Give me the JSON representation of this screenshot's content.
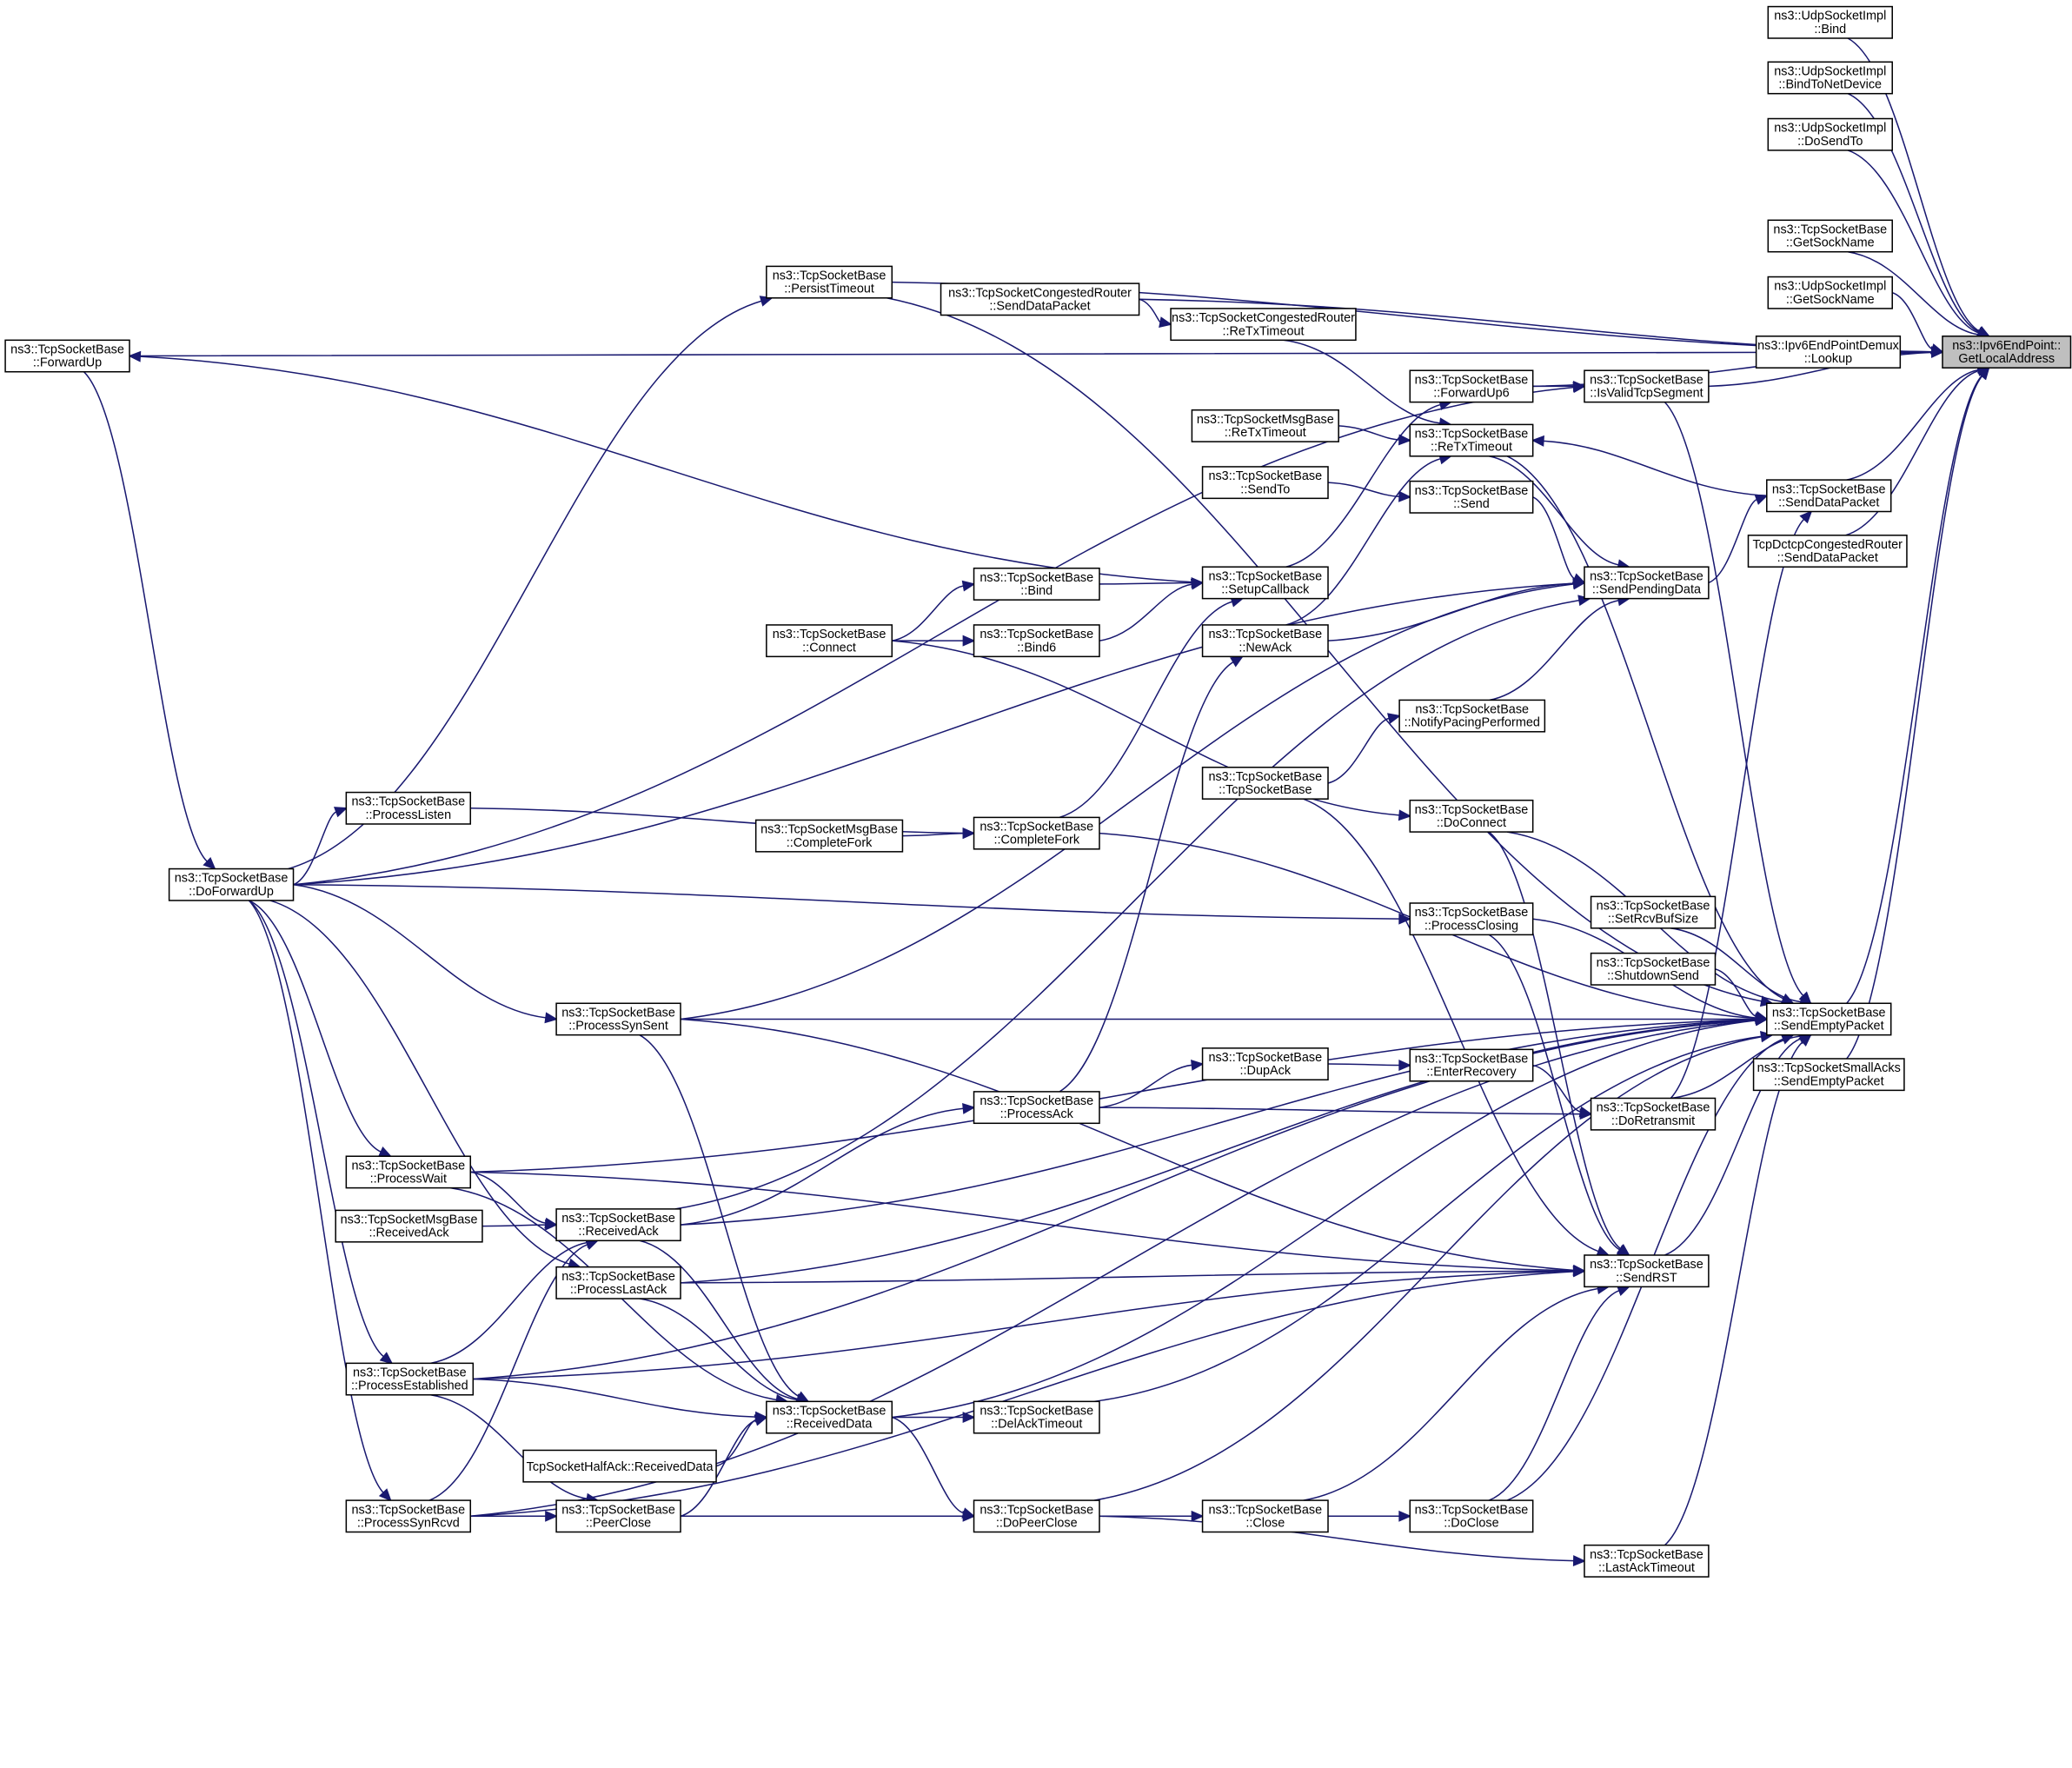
{
  "graph": {
    "title": "ns3::Ipv6EndPoint::GetLocalAddress caller graph",
    "root": "getlocaladdress",
    "colors": {
      "edge": "#191970",
      "root_fill": "#bfbfbf",
      "node_fill": "#ffffff",
      "border": "#000000"
    },
    "nodes": [
      {
        "id": "getlocaladdress",
        "lines": [
          "ns3::Ipv6EndPoint::",
          "GetLocalAddress"
        ],
        "root": true
      },
      {
        "id": "udp_bind",
        "lines": [
          "ns3::UdpSocketImpl",
          "::Bind"
        ]
      },
      {
        "id": "udp_bindtonetdevice",
        "lines": [
          "ns3::UdpSocketImpl",
          "::BindToNetDevice"
        ]
      },
      {
        "id": "udp_dosendto",
        "lines": [
          "ns3::UdpSocketImpl",
          "::DoSendTo"
        ]
      },
      {
        "id": "tcp_getsockname",
        "lines": [
          "ns3::TcpSocketBase",
          "::GetSockName"
        ]
      },
      {
        "id": "udp_getsockname",
        "lines": [
          "ns3::UdpSocketImpl",
          "::GetSockName"
        ]
      },
      {
        "id": "demux_lookup",
        "lines": [
          "ns3::Ipv6EndPointDemux",
          "::Lookup"
        ]
      },
      {
        "id": "isvalidtcpsegment",
        "lines": [
          "ns3::TcpSocketBase",
          "::IsValidTcpSegment"
        ]
      },
      {
        "id": "senddatapacket",
        "lines": [
          "ns3::TcpSocketBase",
          "::SendDataPacket"
        ]
      },
      {
        "id": "dctcp_senddatapacket",
        "lines": [
          "TcpDctcpCongestedRouter",
          "::SendDataPacket"
        ]
      },
      {
        "id": "sendemptypacket",
        "lines": [
          "ns3::TcpSocketBase",
          "::SendEmptyPacket"
        ]
      },
      {
        "id": "smallacks_sendemptypacket",
        "lines": [
          "ns3::TcpSocketSmallAcks",
          "::SendEmptyPacket"
        ]
      },
      {
        "id": "forwardup6",
        "lines": [
          "ns3::TcpSocketBase",
          "::ForwardUp6"
        ]
      },
      {
        "id": "retxtimeout",
        "lines": [
          "ns3::TcpSocketBase",
          "::ReTxTimeout"
        ]
      },
      {
        "id": "send",
        "lines": [
          "ns3::TcpSocketBase",
          "::Send"
        ]
      },
      {
        "id": "sendpendingdata",
        "lines": [
          "ns3::TcpSocketBase",
          "::SendPendingData"
        ]
      },
      {
        "id": "notifypacingperformed",
        "lines": [
          "ns3::TcpSocketBase",
          "::NotifyPacingPerformed"
        ]
      },
      {
        "id": "doconnect",
        "lines": [
          "ns3::TcpSocketBase",
          "::DoConnect"
        ]
      },
      {
        "id": "processclosing",
        "lines": [
          "ns3::TcpSocketBase",
          "::ProcessClosing"
        ]
      },
      {
        "id": "setrcvbufsize",
        "lines": [
          "ns3::TcpSocketBase",
          "::SetRcvBufSize"
        ]
      },
      {
        "id": "shutdownsend",
        "lines": [
          "ns3::TcpSocketBase",
          "::ShutdownSend"
        ]
      },
      {
        "id": "enterrecovery",
        "lines": [
          "ns3::TcpSocketBase",
          "::EnterRecovery"
        ]
      },
      {
        "id": "doretransmit",
        "lines": [
          "ns3::TcpSocketBase",
          "::DoRetransmit"
        ]
      },
      {
        "id": "sendrst",
        "lines": [
          "ns3::TcpSocketBase",
          "::SendRST"
        ]
      },
      {
        "id": "doclose",
        "lines": [
          "ns3::TcpSocketBase",
          "::DoClose"
        ]
      },
      {
        "id": "lastacktimeout",
        "lines": [
          "ns3::TcpSocketBase",
          "::LastAckTimeout"
        ]
      },
      {
        "id": "congested_senddatapacket",
        "lines": [
          "ns3::TcpSocketCongestedRouter",
          "::SendDataPacket"
        ]
      },
      {
        "id": "congested_retxtimeout",
        "lines": [
          "ns3::TcpSocketCongestedRouter",
          "::ReTxTimeout"
        ]
      },
      {
        "id": "msg_retxtimeout",
        "lines": [
          "ns3::TcpSocketMsgBase",
          "::ReTxTimeout"
        ]
      },
      {
        "id": "sendto",
        "lines": [
          "ns3::TcpSocketBase",
          "::SendTo"
        ]
      },
      {
        "id": "setupcallback",
        "lines": [
          "ns3::TcpSocketBase",
          "::SetupCallback"
        ]
      },
      {
        "id": "newack",
        "lines": [
          "ns3::TcpSocketBase",
          "::NewAck"
        ]
      },
      {
        "id": "ctor",
        "lines": [
          "ns3::TcpSocketBase",
          "::TcpSocketBase"
        ]
      },
      {
        "id": "dupack",
        "lines": [
          "ns3::TcpSocketBase",
          "::DupAck"
        ]
      },
      {
        "id": "close",
        "lines": [
          "ns3::TcpSocketBase",
          "::Close"
        ]
      },
      {
        "id": "persisttimeout",
        "lines": [
          "ns3::TcpSocketBase",
          "::PersistTimeout"
        ]
      },
      {
        "id": "bind",
        "lines": [
          "ns3::TcpSocketBase",
          "::Bind"
        ]
      },
      {
        "id": "bind6",
        "lines": [
          "ns3::TcpSocketBase",
          "::Bind6"
        ]
      },
      {
        "id": "completefork",
        "lines": [
          "ns3::TcpSocketBase",
          "::CompleteFork"
        ]
      },
      {
        "id": "processack",
        "lines": [
          "ns3::TcpSocketBase",
          "::ProcessAck"
        ]
      },
      {
        "id": "delacktimeout",
        "lines": [
          "ns3::TcpSocketBase",
          "::DelAckTimeout"
        ]
      },
      {
        "id": "dopeerclose",
        "lines": [
          "ns3::TcpSocketBase",
          "::DoPeerClose"
        ]
      },
      {
        "id": "connect",
        "lines": [
          "ns3::TcpSocketBase",
          "::Connect"
        ]
      },
      {
        "id": "msg_completefork",
        "lines": [
          "ns3::TcpSocketMsgBase",
          "::CompleteFork"
        ]
      },
      {
        "id": "receiveddata",
        "lines": [
          "ns3::TcpSocketBase",
          "::ReceivedData"
        ]
      },
      {
        "id": "processsynsent",
        "lines": [
          "ns3::TcpSocketBase",
          "::ProcessSynSent"
        ]
      },
      {
        "id": "receivedack",
        "lines": [
          "ns3::TcpSocketBase",
          "::ReceivedAck"
        ]
      },
      {
        "id": "processlastack",
        "lines": [
          "ns3::TcpSocketBase",
          "::ProcessLastAck"
        ]
      },
      {
        "id": "halfack_receiveddata",
        "lines": [
          "TcpSocketHalfAck::ReceivedData"
        ]
      },
      {
        "id": "peerclose",
        "lines": [
          "ns3::TcpSocketBase",
          "::PeerClose"
        ]
      },
      {
        "id": "processlisten",
        "lines": [
          "ns3::TcpSocketBase",
          "::ProcessListen"
        ]
      },
      {
        "id": "processwait",
        "lines": [
          "ns3::TcpSocketBase",
          "::ProcessWait"
        ]
      },
      {
        "id": "msg_receivedack",
        "lines": [
          "ns3::TcpSocketMsgBase",
          "::ReceivedAck"
        ]
      },
      {
        "id": "processestablished",
        "lines": [
          "ns3::TcpSocketBase",
          "::ProcessEstablished"
        ]
      },
      {
        "id": "processsynrcvd",
        "lines": [
          "ns3::TcpSocketBase",
          "::ProcessSynRcvd"
        ]
      },
      {
        "id": "doforwardup",
        "lines": [
          "ns3::TcpSocketBase",
          "::DoForwardUp"
        ]
      },
      {
        "id": "forwardup",
        "lines": [
          "ns3::TcpSocketBase",
          "::ForwardUp"
        ]
      }
    ],
    "edges": [
      [
        "udp_bind",
        "getlocaladdress"
      ],
      [
        "udp_bindtonetdevice",
        "getlocaladdress"
      ],
      [
        "udp_dosendto",
        "getlocaladdress"
      ],
      [
        "tcp_getsockname",
        "getlocaladdress"
      ],
      [
        "udp_getsockname",
        "getlocaladdress"
      ],
      [
        "demux_lookup",
        "getlocaladdress"
      ],
      [
        "isvalidtcpsegment",
        "getlocaladdress"
      ],
      [
        "senddatapacket",
        "getlocaladdress"
      ],
      [
        "dctcp_senddatapacket",
        "getlocaladdress"
      ],
      [
        "sendemptypacket",
        "getlocaladdress"
      ],
      [
        "smallacks_sendemptypacket",
        "getlocaladdress"
      ],
      [
        "forwardup6",
        "getlocaladdress"
      ],
      [
        "persisttimeout",
        "getlocaladdress"
      ],
      [
        "congested_senddatapacket",
        "getlocaladdress"
      ],
      [
        "forwardup",
        "getlocaladdress"
      ],
      [
        "forwardup6",
        "isvalidtcpsegment"
      ],
      [
        "doforwardup",
        "isvalidtcpsegment"
      ],
      [
        "isvalidtcpsegment",
        "sendemptypacket"
      ],
      [
        "sendpendingdata",
        "senddatapacket"
      ],
      [
        "doretransmit",
        "senddatapacket"
      ],
      [
        "senddatapacket",
        "retxtimeout"
      ],
      [
        "congested_senddatapacket",
        "congested_retxtimeout"
      ],
      [
        "congested_retxtimeout",
        "retxtimeout"
      ],
      [
        "msg_retxtimeout",
        "retxtimeout"
      ],
      [
        "newack",
        "retxtimeout"
      ],
      [
        "sendto",
        "send"
      ],
      [
        "send",
        "sendpendingdata"
      ],
      [
        "retxtimeout",
        "sendpendingdata"
      ],
      [
        "setupcallback",
        "forwardup6"
      ],
      [
        "setupcallback",
        "forwardup"
      ],
      [
        "doforwardup",
        "sendpendingdata"
      ],
      [
        "newack",
        "sendpendingdata"
      ],
      [
        "notifypacingperformed",
        "sendpendingdata"
      ],
      [
        "processsynsent",
        "sendpendingdata"
      ],
      [
        "receivedack",
        "sendpendingdata"
      ],
      [
        "ctor",
        "notifypacingperformed"
      ],
      [
        "bind",
        "setupcallback"
      ],
      [
        "bind6",
        "setupcallback"
      ],
      [
        "completefork",
        "setupcallback"
      ],
      [
        "connect",
        "bind"
      ],
      [
        "connect",
        "bind6"
      ],
      [
        "connect",
        "doconnect"
      ],
      [
        "processlisten",
        "completefork"
      ],
      [
        "msg_completefork",
        "completefork"
      ],
      [
        "doforwardup",
        "processlisten"
      ],
      [
        "doforwardup",
        "processsynsent"
      ],
      [
        "doforwardup",
        "processwait"
      ],
      [
        "doforwardup",
        "processestablished"
      ],
      [
        "doforwardup",
        "processsynrcvd"
      ],
      [
        "doforwardup",
        "processlastack"
      ],
      [
        "doforwardup",
        "processclosing"
      ],
      [
        "doforwardup",
        "persisttimeout"
      ],
      [
        "forwardup",
        "doforwardup"
      ],
      [
        "processack",
        "newack"
      ],
      [
        "processack",
        "dupack"
      ],
      [
        "dupack",
        "enterrecovery"
      ],
      [
        "enterrecovery",
        "doretransmit"
      ],
      [
        "processack",
        "doretransmit"
      ],
      [
        "receivedack",
        "processack"
      ],
      [
        "processwait",
        "receivedack"
      ],
      [
        "msg_receivedack",
        "receivedack"
      ],
      [
        "processestablished",
        "receivedack"
      ],
      [
        "processsynrcvd",
        "receivedack"
      ],
      [
        "receivedack",
        "receiveddata"
      ],
      [
        "processestablished",
        "receiveddata"
      ],
      [
        "processlastack",
        "receiveddata"
      ],
      [
        "processwait",
        "receiveddata"
      ],
      [
        "processsynsent",
        "receiveddata"
      ],
      [
        "halfack_receiveddata",
        "receiveddata"
      ],
      [
        "peerclose",
        "receiveddata"
      ],
      [
        "receiveddata",
        "delacktimeout"
      ],
      [
        "receiveddata",
        "dopeerclose"
      ],
      [
        "processestablished",
        "peerclose"
      ],
      [
        "processsynrcvd",
        "peerclose"
      ],
      [
        "peerclose",
        "dopeerclose"
      ],
      [
        "dopeerclose",
        "close"
      ],
      [
        "close",
        "doclose"
      ],
      [
        "dopeerclose",
        "lastacktimeout"
      ],
      [
        "processsynsent",
        "sendrst"
      ],
      [
        "processwait",
        "sendrst"
      ],
      [
        "processlastack",
        "sendrst"
      ],
      [
        "processestablished",
        "sendrst"
      ],
      [
        "processclosing",
        "sendrst"
      ],
      [
        "close",
        "sendrst"
      ],
      [
        "doclose",
        "sendrst"
      ],
      [
        "processsynrcvd",
        "sendrst"
      ],
      [
        "doconnect",
        "sendrst"
      ],
      [
        "ctor",
        "sendrst"
      ],
      [
        "setrcvbufsize",
        "sendemptypacket"
      ],
      [
        "shutdownsend",
        "sendemptypacket"
      ],
      [
        "sendrst",
        "sendemptypacket"
      ],
      [
        "doconnect",
        "sendemptypacket"
      ],
      [
        "processclosing",
        "sendemptypacket"
      ],
      [
        "completefork",
        "sendemptypacket"
      ],
      [
        "processsynsent",
        "sendemptypacket"
      ],
      [
        "processwait",
        "sendemptypacket"
      ],
      [
        "receivedack",
        "sendemptypacket"
      ],
      [
        "processlastack",
        "sendemptypacket"
      ],
      [
        "processestablished",
        "sendemptypacket"
      ],
      [
        "delacktimeout",
        "sendemptypacket"
      ],
      [
        "receiveddata",
        "sendemptypacket"
      ],
      [
        "doclose",
        "sendemptypacket"
      ],
      [
        "lastacktimeout",
        "sendemptypacket"
      ],
      [
        "dopeerclose",
        "sendemptypacket"
      ],
      [
        "processsynrcvd",
        "sendemptypacket"
      ],
      [
        "retxtimeout",
        "sendemptypacket"
      ],
      [
        "persisttimeout",
        "sendemptypacket"
      ],
      [
        "doretransmit",
        "sendemptypacket"
      ]
    ]
  }
}
